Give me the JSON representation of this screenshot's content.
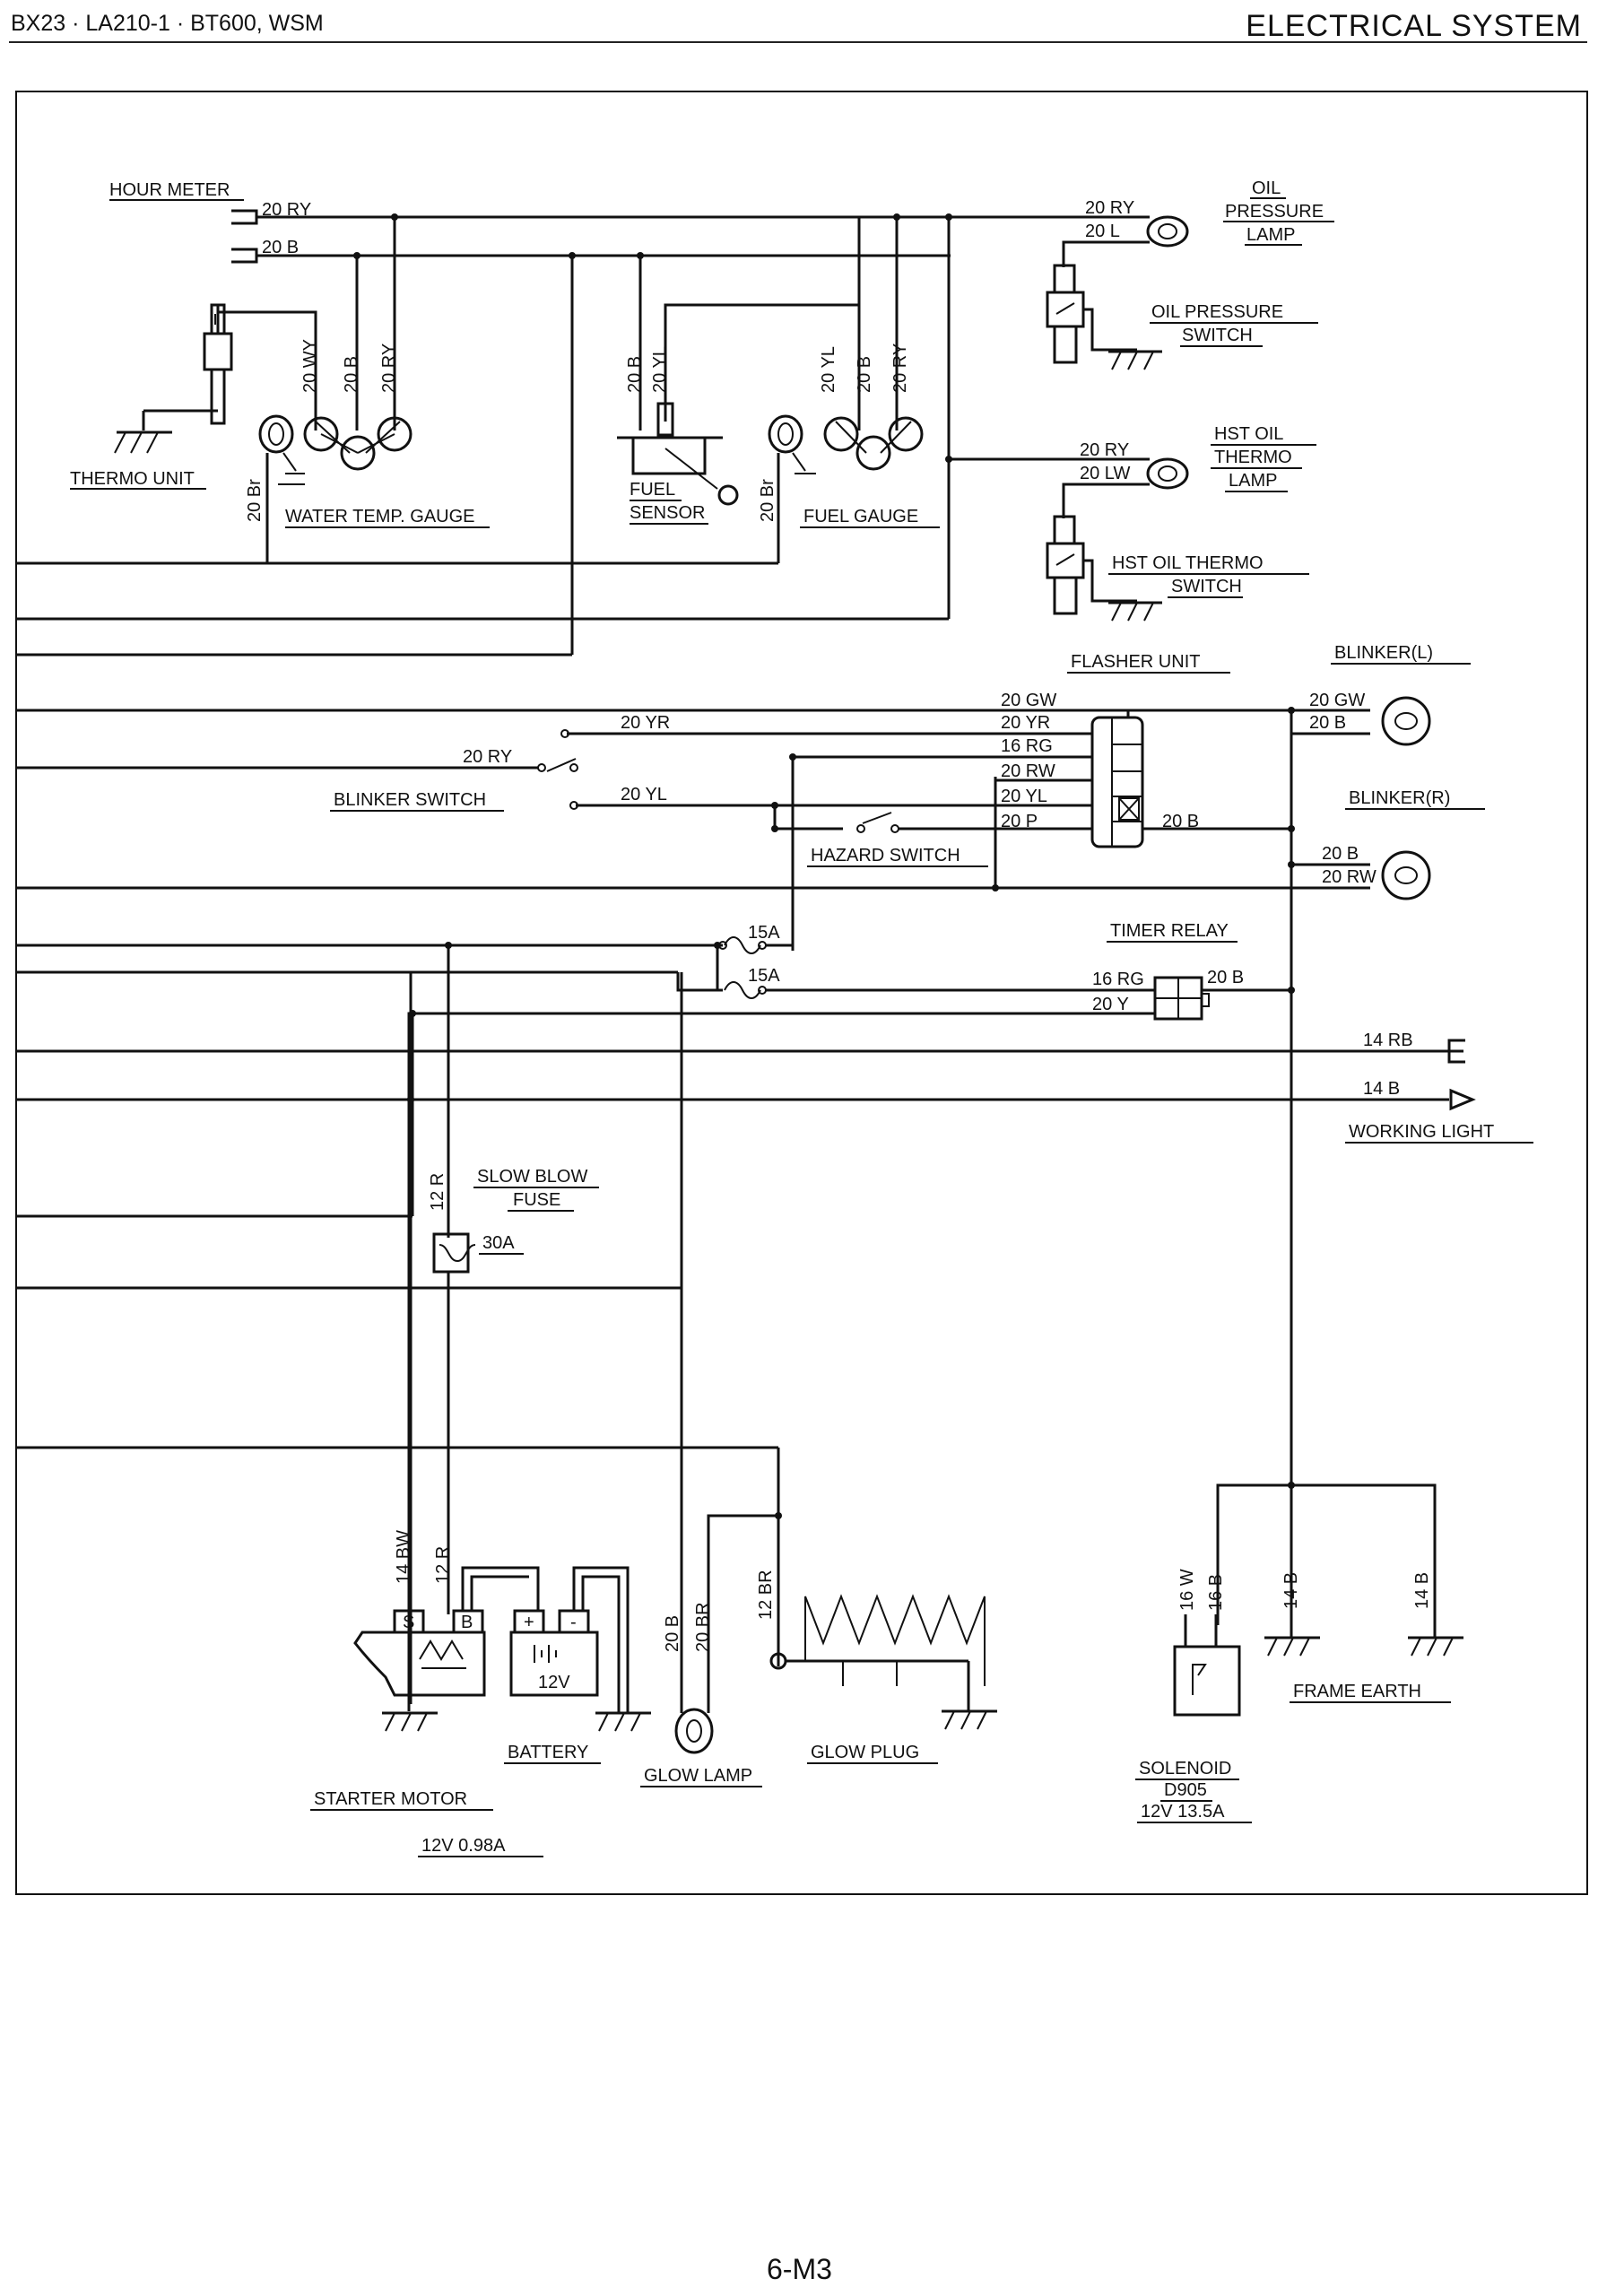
{
  "header": {
    "left": "BX23 · LA210-1 · BT600, WSM",
    "right": "ELECTRICAL SYSTEM"
  },
  "footer": {
    "page": "6-M3"
  },
  "components": {
    "hour_meter": "HOUR METER",
    "oil_pressure_lamp": [
      "OIL",
      "PRESSURE",
      "LAMP"
    ],
    "oil_pressure_switch": [
      "OIL PRESSURE",
      "SWITCH"
    ],
    "thermo_unit": "THERMO UNIT",
    "water_temp_gauge": "WATER TEMP. GAUGE",
    "fuel_sensor": [
      "FUEL",
      "SENSOR"
    ],
    "fuel_gauge": "FUEL GAUGE",
    "hst_oil_thermo_lamp": [
      "HST OIL",
      "THERMO",
      "LAMP"
    ],
    "hst_oil_thermo_switch": [
      "HST OIL THERMO",
      "SWITCH"
    ],
    "flasher_unit": "FLASHER UNIT",
    "blinker_l": "BLINKER(L)",
    "blinker_r": "BLINKER(R)",
    "blinker_switch": "BLINKER SWITCH",
    "hazard_switch": "HAZARD SWITCH",
    "timer_relay": "TIMER RELAY",
    "working_light": "WORKING LIGHT",
    "slow_blow_fuse": [
      "SLOW BLOW",
      "FUSE"
    ],
    "slow_blow_fuse_rating": "30A",
    "fuse_15a": "15A",
    "starter_motor": "STARTER MOTOR",
    "starter_rating": "12V 0.98A",
    "battery": "BATTERY",
    "battery_voltage": "12V",
    "glow_lamp": "GLOW LAMP",
    "glow_plug": "GLOW PLUG",
    "solenoid": [
      "SOLENOID",
      "D905",
      "12V 13.5A"
    ],
    "frame_earth": "FRAME EARTH",
    "terminal_s": "S",
    "terminal_b": "B",
    "plus": "+",
    "minus": "-"
  },
  "wires": {
    "hm_ry": "20 RY",
    "hm_b": "20 B",
    "tu_wy": "20 WY",
    "tu_b": "20 B",
    "tu_ry": "20 RY",
    "wt_br": "20 Br",
    "fs_b": "20 B",
    "fs_yl": "20 YL",
    "fg_yl": "20 YL",
    "fg_b": "20 B",
    "fg_ry": "20 RY",
    "fg_br": "20 Br",
    "op_ry": "20 RY",
    "op_l": "20 L",
    "hst_ry": "20 RY",
    "hst_lw": "20 LW",
    "fl_gw": "20 GW",
    "fl_yr": "20 YR",
    "fl_rg": "16 RG",
    "fl_rw": "20 RW",
    "fl_yl": "20 YL",
    "fl_p": "20 P",
    "fl_b": "20 B",
    "bs_yr": "20 YR",
    "bs_ry": "20 RY",
    "bs_yl": "20 YL",
    "bl_gw": "20 GW",
    "bl_b": "20 B",
    "br_b": "20 B",
    "br_rw": "20 RW",
    "tr_rg": "16 RG",
    "tr_y": "20 Y",
    "tr_b": "20 B",
    "wl_rb": "14 RB",
    "wl_b": "14 B",
    "fuse_r": "12 R",
    "st_bw": "14 BW",
    "st_r": "12 R",
    "gl_b": "20 B",
    "gl_br": "20 BR",
    "gp_br": "12 BR",
    "sol_w": "16 W",
    "sol_b": "16 B",
    "fe_b1": "14 B",
    "fe_b2": "14 B"
  }
}
